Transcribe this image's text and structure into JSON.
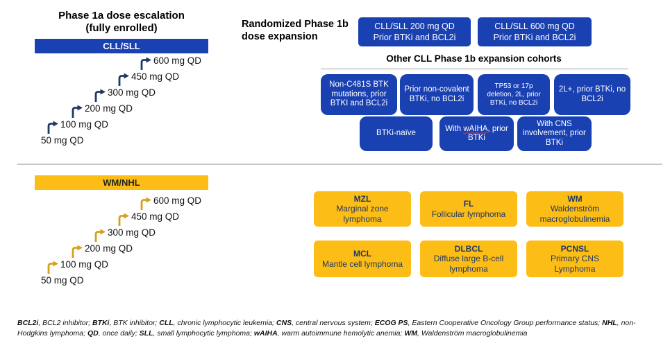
{
  "phase1a": {
    "title_line1": "Phase 1a dose escalation",
    "title_line2": "(fully enrolled)",
    "cll_bar_label": "CLL/SLL",
    "doses": [
      "50 mg QD",
      "100 mg QD",
      "200 mg QD",
      "300 mg QD",
      "450 mg QD",
      "600 mg QD"
    ]
  },
  "phase1b": {
    "title_line1": "Randomized Phase 1b",
    "title_line2": "dose expansion",
    "randomized_boxes": [
      {
        "line1": "CLL/SLL 200 mg QD",
        "line2": "Prior BTKi and BCL2i"
      },
      {
        "line1": "CLL/SLL 600 mg QD",
        "line2": "Prior BTKi and BCL2i"
      }
    ],
    "other_header": "Other CLL Phase 1b expansion cohorts",
    "cohorts_row1": [
      {
        "text": "Non-C481S BTK mutations, prior BTKI and BCL2i"
      },
      {
        "text": "Prior non-covalent BTKi, no BCL2i"
      },
      {
        "text": "TP53 or 17p deletion, 2L, prior BTKi, no BCL2i",
        "small": true
      },
      {
        "text": "2L+, prior BTKi, no BCL2i"
      }
    ],
    "cohorts_row2": [
      {
        "text": "BTKi-naïve"
      },
      {
        "text": "With wAIHA, prior BTKi",
        "squiggle": "wAIHA,"
      },
      {
        "text": "With CNS involvement, prior BTKi"
      }
    ]
  },
  "wm_nhl": {
    "bar_label": "WM/NHL",
    "doses": [
      "50 mg QD",
      "100 mg QD",
      "200 mg QD",
      "300 mg QD",
      "450 mg QD",
      "600 mg QD"
    ],
    "cohorts": [
      {
        "abbr": "MZL",
        "name": "Marginal zone lymphoma"
      },
      {
        "abbr": "FL",
        "name": "Follicular lymphoma"
      },
      {
        "abbr": "WM",
        "name": "Waldenström macroglobulinemia"
      },
      {
        "abbr": "MCL",
        "name": "Mantle cell lymphoma"
      },
      {
        "abbr": "DLBCL",
        "name": "Diffuse large B-cell lymphoma"
      },
      {
        "abbr": "PCNSL",
        "name": "Primary CNS Lymphoma"
      }
    ]
  },
  "footnote": [
    {
      "abbr": "BCL2i",
      "def": "BCL2 inhibitor"
    },
    {
      "abbr": "BTKi",
      "def": "BTK inhibitor"
    },
    {
      "abbr": "CLL",
      "def": "chronic lymphocytic leukemia"
    },
    {
      "abbr": "CNS",
      "def": "central nervous system"
    },
    {
      "abbr": "ECOG PS",
      "def": "Eastern Cooperative Oncology Group performance status"
    },
    {
      "abbr": "NHL",
      "def": "non- Hodgkins lymphoma"
    },
    {
      "abbr": "QD",
      "def": "once daily"
    },
    {
      "abbr": "SLL",
      "def": "small lymphocytic lymphoma"
    },
    {
      "abbr": "wAIHA",
      "def": "warm autoimmune hemolytic anemia"
    },
    {
      "abbr": "WM",
      "def": "Waldenström macroglobulinemia"
    }
  ],
  "colors": {
    "blue": "#1a41b2",
    "gold": "#fdbd17",
    "arrow_blue": "#1f3864",
    "arrow_gold": "#d79f1b",
    "text_on_gold": "#1f3864",
    "divider_gray": "#c6c6c6"
  }
}
